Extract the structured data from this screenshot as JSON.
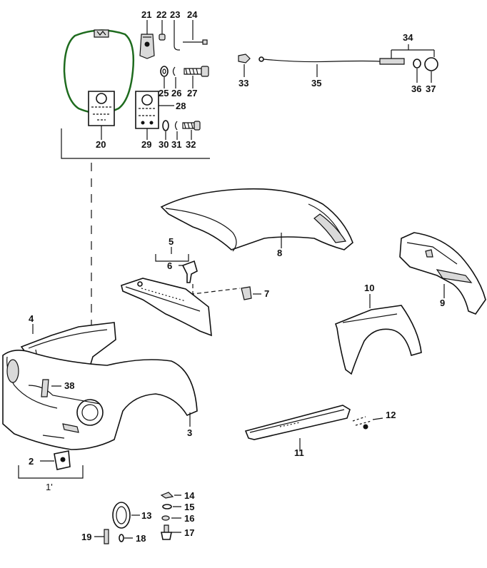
{
  "accent_color": "#1e6b1e",
  "labels": {
    "l1": "1'",
    "l2": "2",
    "l3": "3",
    "l4": "4",
    "l5": "5",
    "l6": "6",
    "l7": "7",
    "l8": "8",
    "l9": "9",
    "l10": "10",
    "l11": "11",
    "l12": "12",
    "l13": "13",
    "l14": "14",
    "l15": "15",
    "l16": "16",
    "l17": "17",
    "l18": "18",
    "l19": "19",
    "l20": "20",
    "l21": "21",
    "l22": "22",
    "l23": "23",
    "l24": "24",
    "l25": "25",
    "l26": "26",
    "l27": "27",
    "l28": "28",
    "l29": "29",
    "l30": "30",
    "l31": "31",
    "l32": "32",
    "l33": "33",
    "l34": "34",
    "l35": "35",
    "l36": "36",
    "l37": "37",
    "l38": "38"
  }
}
